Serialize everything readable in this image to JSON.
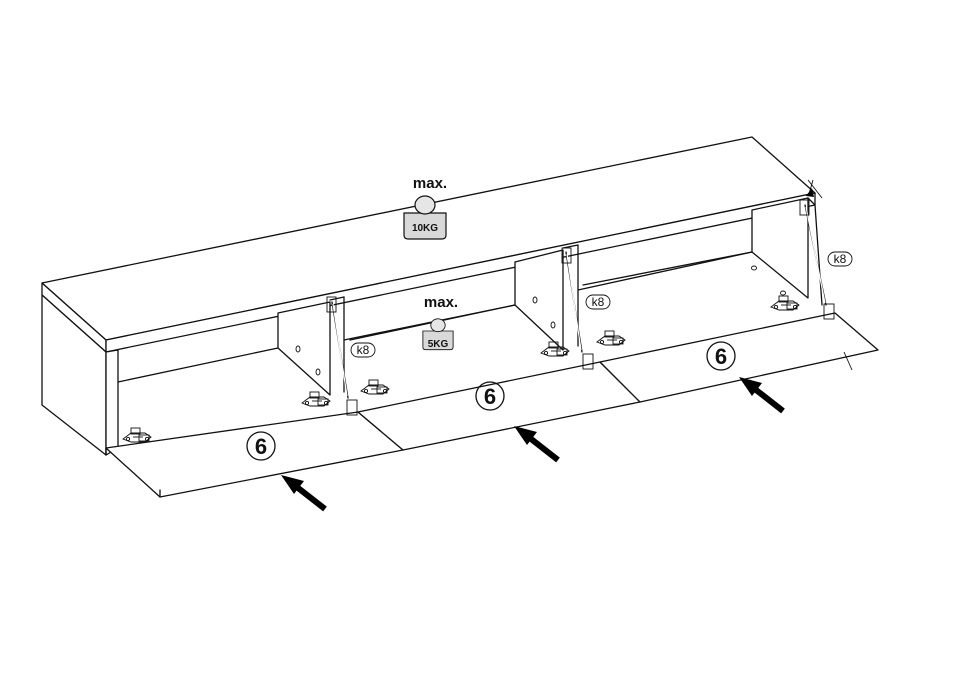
{
  "labels": {
    "max_top": "max.",
    "max_shelf": "max.",
    "weight_top": "10KG",
    "weight_shelf": "5KG",
    "part_left": "6",
    "part_middle": "6",
    "part_right": "6",
    "piston_left": "k8",
    "piston_middle": "k8",
    "piston_right": "k8"
  },
  "colors": {
    "line": "#111111",
    "background": "#ffffff",
    "weight_fill": "#d9d9d9",
    "arrow": "#000000"
  },
  "icons": [
    "weight-icon",
    "hinge-icon",
    "gas-piston-icon",
    "push-arrow-icon"
  ]
}
